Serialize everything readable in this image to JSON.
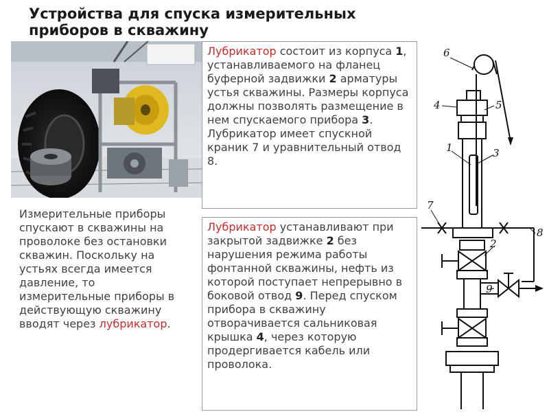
{
  "title": {
    "line1": "Устройства для спуска измерительных",
    "line2": "приборов в скважину"
  },
  "photo": {
    "icon": "lubricator-equipment-photo"
  },
  "box1": {
    "term": "Лубрикатор",
    "t1": " состоит из корпуса ",
    "n1": "1",
    "t2": ", устанавливаемого на фланец буферной задвижки ",
    "n2": "2",
    "t3": " арматуры устья скважины. Размеры корпуса должны позволять размещение в нем спускаемого прибора ",
    "n3": "3",
    "t4": ". Лубрикатор имеет спускной краник 7 и уравнительный отвод 8."
  },
  "box2": {
    "term": "Лубрикатор",
    "t1": " устанавливают при закрытой задвижке ",
    "n1": "2",
    "t2": " без нарушения режима работы фонтанной скважины, нефть из которой поступает непрерывно в боковой отвод ",
    "n2": "9",
    "t3": ". Перед спуском прибора в скважину отворачивается сальниковая крышка ",
    "n3": "4",
    "t4": ", через которую продергивается кабель или проволока."
  },
  "left": {
    "text": "Измерительные приборы спускают в скважины на проволоке без остановки скважин. Поскольку на устьях всегда имеется давление, то измерительные приборы в действующую скважину вводят через ",
    "term": "лубрикатор",
    "end": "."
  },
  "diagram": {
    "labels": [
      "6",
      "4",
      "5",
      "1",
      "3",
      "7",
      "2",
      "8",
      "9"
    ]
  },
  "colors": {
    "accent": "#cc2a2a",
    "text": "#404040",
    "border": "#9a9a9a"
  }
}
